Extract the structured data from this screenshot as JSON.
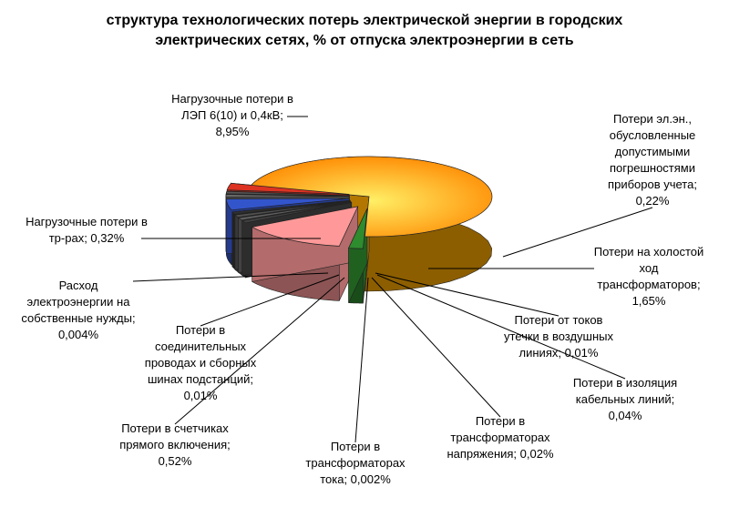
{
  "chart_data": {
    "type": "pie",
    "title_lines": [
      "структура технологических потерь электрической энергии в городских",
      "электрических сетях, % от отпуска электроэнергии в сеть"
    ],
    "slices": [
      {
        "label_lines": [
          "Нагрузочные потери в",
          "ЛЭП 6(10) и 0,4кВ;",
          "8,95%"
        ],
        "value": 8.95,
        "color": "#ffaa00"
      },
      {
        "label_lines": [
          "Потери эл.эн.,",
          "обусловленные",
          "допустимыми",
          "погрешностями",
          "приборов учета;",
          "0,22%"
        ],
        "value": 0.22,
        "color": "#2e8b2e"
      },
      {
        "label_lines": [
          "Потери на холостой",
          "ход",
          "трансформаторов;",
          "1,65%"
        ],
        "value": 1.65,
        "color": "#ff9999"
      },
      {
        "label_lines": [
          "Потери от токов",
          "утечки в воздушных",
          "линиях; 0,01%"
        ],
        "value": 0.01,
        "color": "#404040"
      },
      {
        "label_lines": [
          "Потери в изоляция",
          "кабельных линий;",
          "0,04%"
        ],
        "value": 0.04,
        "color": "#606060"
      },
      {
        "label_lines": [
          "Потери в",
          "трансформаторах",
          "напряжения; 0,02%"
        ],
        "value": 0.02,
        "color": "#505050"
      },
      {
        "label_lines": [
          "Потери в",
          "трансформаторах",
          "тока; 0,002%"
        ],
        "value": 0.002,
        "color": "#303030"
      },
      {
        "label_lines": [
          "Потери в счетчиках",
          "прямого включения;",
          "0,52%"
        ],
        "value": 0.52,
        "color": "#3355cc"
      },
      {
        "label_lines": [
          "Потери в",
          "соединительных",
          "проводах и сборных",
          "шинах подстанций;",
          "0,01%"
        ],
        "value": 0.01,
        "color": "#707070"
      },
      {
        "label_lines": [
          "Расход",
          "электроэнергии на",
          "собственные нужды;",
          "0,004%"
        ],
        "value": 0.004,
        "color": "#555555"
      },
      {
        "label_lines": [
          "Нагрузочные потери в",
          "тр-рах; 0,32%"
        ],
        "value": 0.32,
        "color": "#dd3322"
      }
    ]
  }
}
